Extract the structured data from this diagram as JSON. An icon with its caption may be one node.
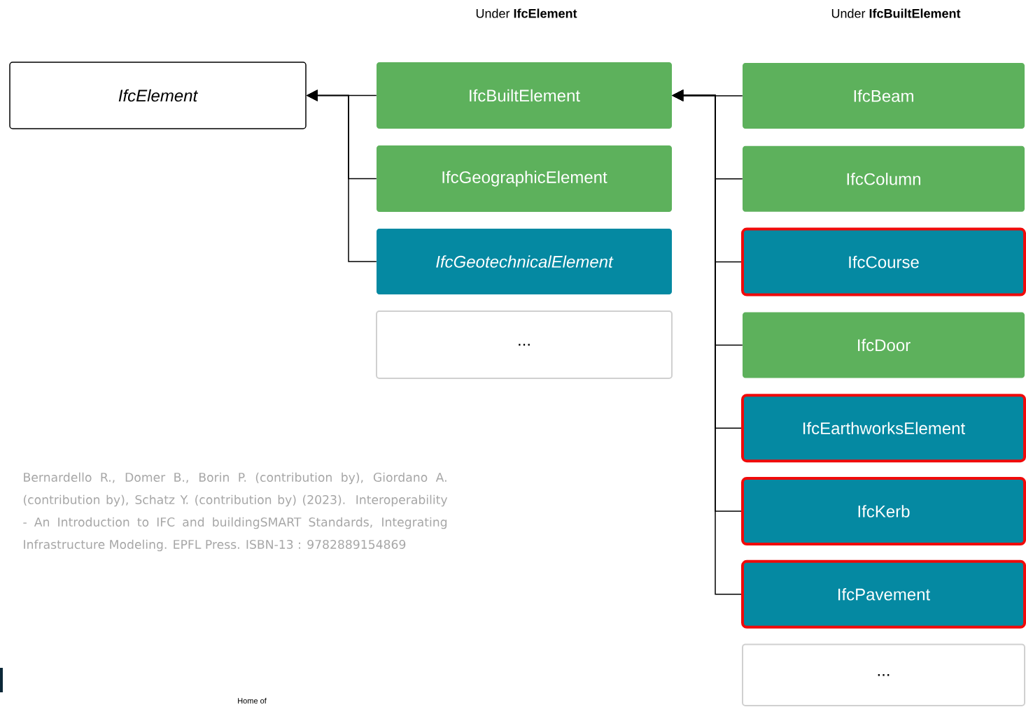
{
  "diagram": {
    "nodes": [
      {
        "text": [
          "IfcElement"
        ]
      },
      {
        "text": [
          "IfcBuiltElement"
        ]
      },
      {
        "text": [
          "IfcGeographicElement"
        ]
      },
      {
        "text": [
          "IfcGeotechnicalElement"
        ]
      },
      {
        "text": [
          "..."
        ]
      },
      {
        "text": [
          "IfcBeam"
        ]
      },
      {
        "text": [
          "IfcColumn"
        ]
      },
      {
        "text": [
          "IfcCourse"
        ]
      },
      {
        "text": [
          "IfcDoor"
        ]
      },
      {
        "text": [
          "IfcEarthworksElement"
        ]
      },
      {
        "text": [
          "IfcKerb"
        ]
      },
      {
        "text": [
          "IfcPavement"
        ]
      },
      {
        "text": [
          "..."
        ]
      }
    ],
    "edges": [
      {
        "from": 1,
        "to": 0,
        "arrow": "to"
      },
      {
        "from": 2,
        "to": 0,
        "arrow": "to"
      },
      {
        "from": 3,
        "to": 0,
        "arrow": "to"
      },
      {
        "from": 5,
        "to": 1,
        "arrow": "to"
      },
      {
        "from": 6,
        "to": 1,
        "arrow": "to"
      },
      {
        "from": 7,
        "to": 1,
        "arrow": "to"
      },
      {
        "from": 8,
        "to": 1,
        "arrow": "to"
      },
      {
        "from": 9,
        "to": 1,
        "arrow": "to"
      },
      {
        "from": 10,
        "to": 1,
        "arrow": "to"
      },
      {
        "from": 11,
        "to": 1,
        "arrow": "to"
      }
    ],
    "labels": [
      "Under **IfcElement**",
      "Under **IfcBuiltElement**",
      "Bernardello R., Domer B., Borin P. (contribution by), Giordano A. (contribution by), Schatz Y. (contribution by) (2023). Interoperability - An Introduction to IFC and buildingSMART Standards, Integrating Infrastructure Modeling. EPFL Press. ISBN-13 : 9782889154869",
      "Home of"
    ]
  }
}
